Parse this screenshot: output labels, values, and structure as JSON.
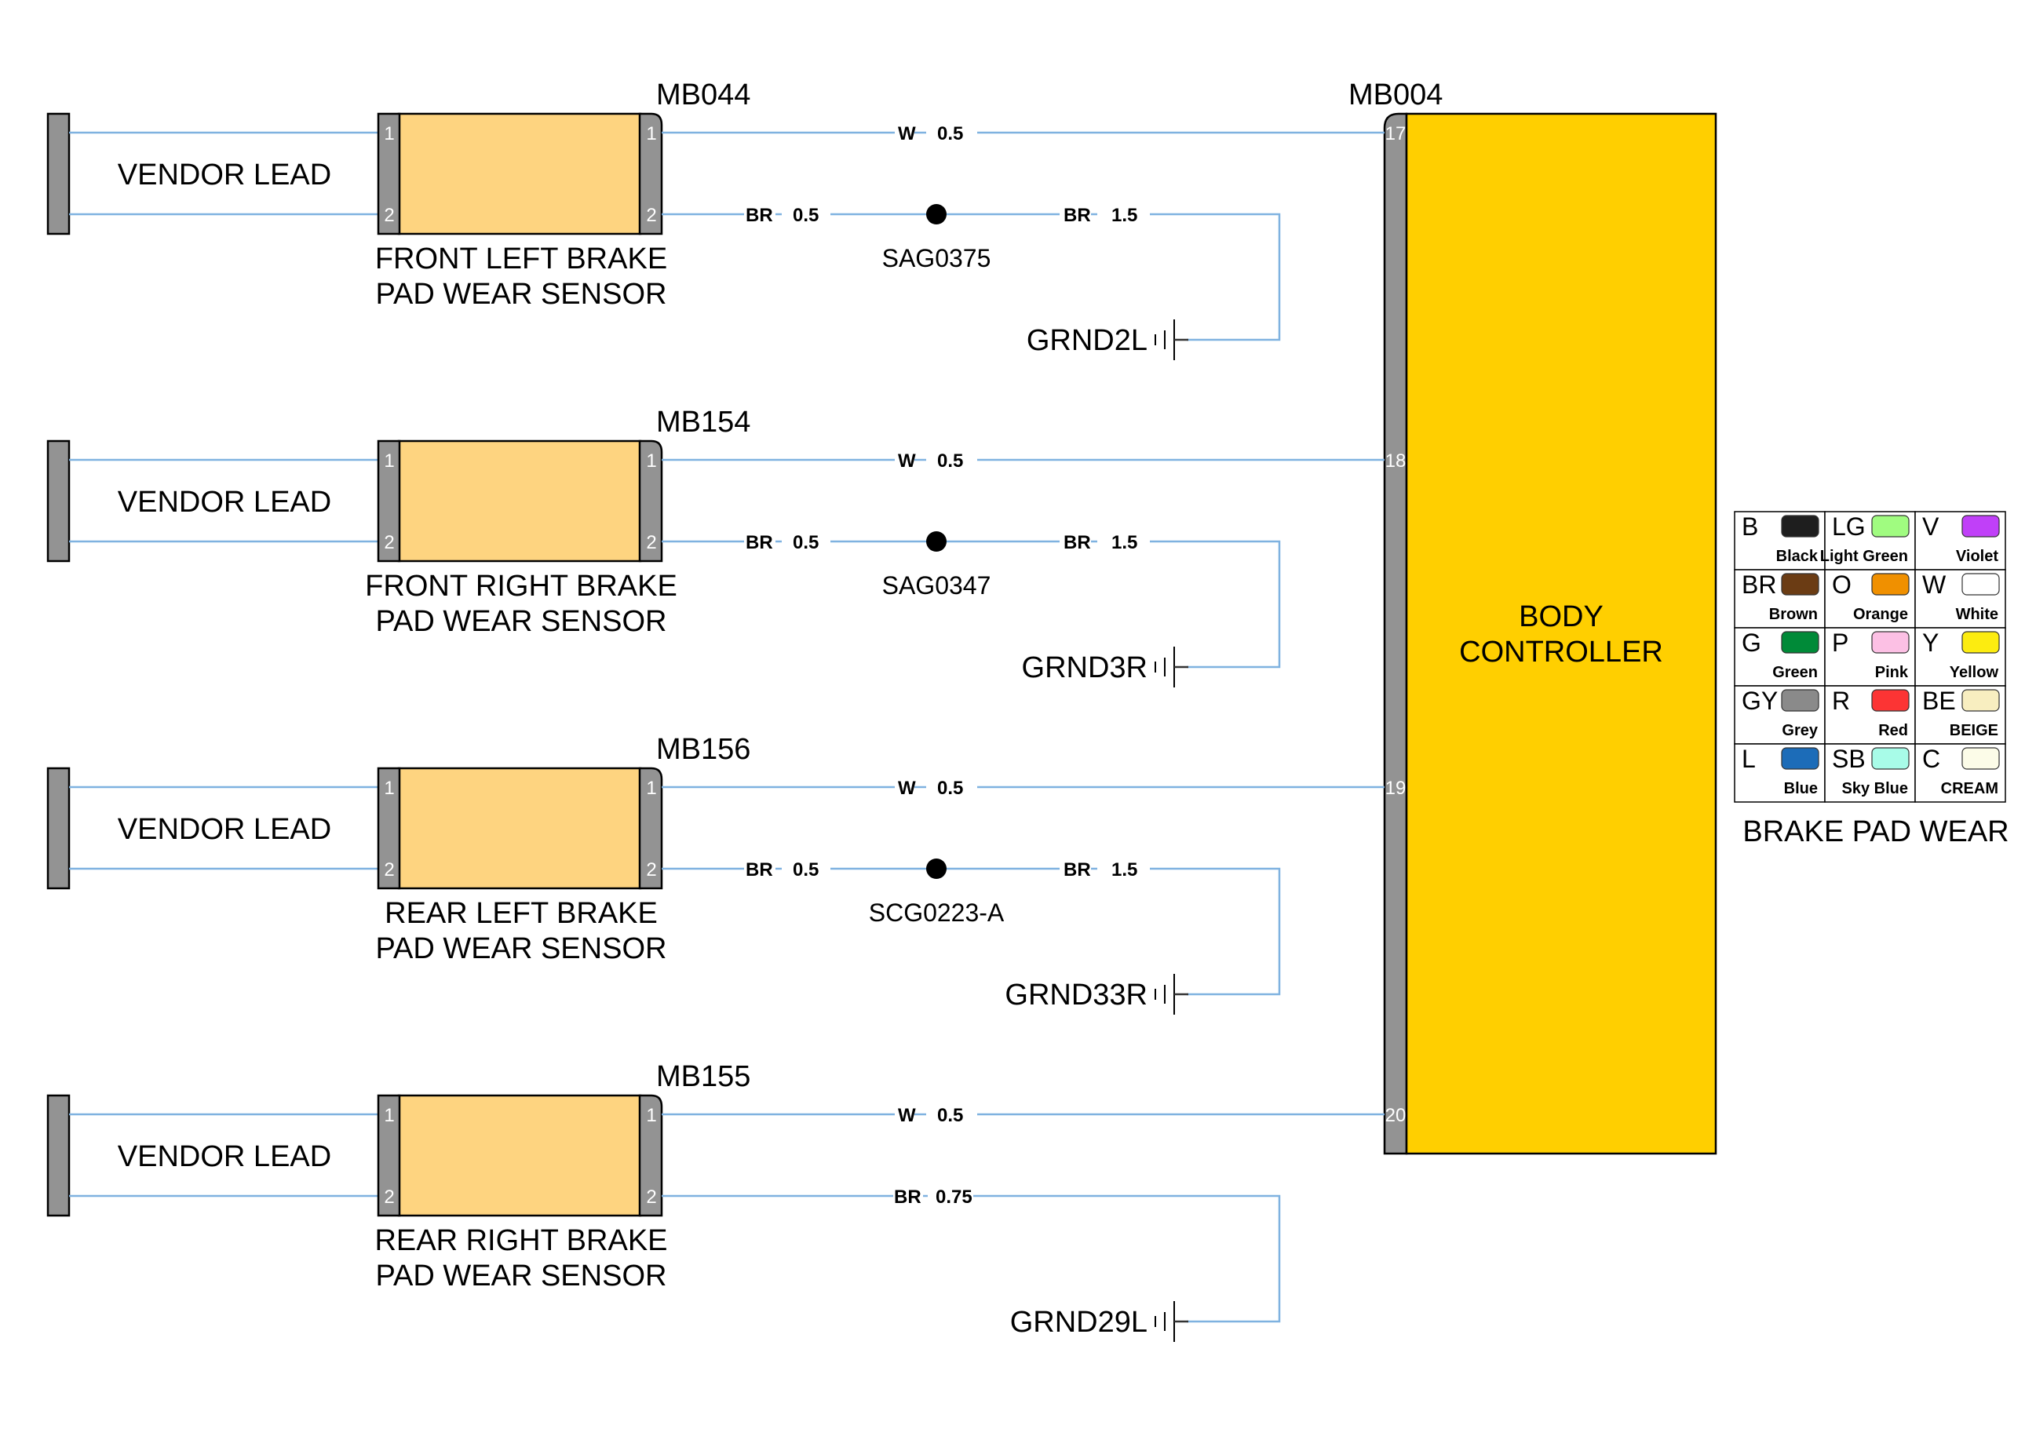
{
  "diagram": {
    "title": "BRAKE PAD WEAR",
    "body_controller": {
      "connector_id": "MB004",
      "name_line1": "BODY",
      "name_line2": "CONTROLLER",
      "color": "#ffcf00"
    },
    "circuits": [
      {
        "vendor_lead": "VENDOR LEAD",
        "connector_id": "MB044",
        "sensor_line1": "FRONT LEFT BRAKE",
        "sensor_line2": "PAD WEAR SENSOR",
        "signal_wire": {
          "color_code": "W",
          "size": "0.5",
          "bc_pin": "17"
        },
        "ground_wire_a": {
          "color_code": "BR",
          "size": "0.5"
        },
        "splice": "SAG0375",
        "ground_wire_b": {
          "color_code": "BR",
          "size": "1.5"
        },
        "ground": "GRND2L"
      },
      {
        "vendor_lead": "VENDOR LEAD",
        "connector_id": "MB154",
        "sensor_line1": "FRONT RIGHT BRAKE",
        "sensor_line2": "PAD WEAR SENSOR",
        "signal_wire": {
          "color_code": "W",
          "size": "0.5",
          "bc_pin": "18"
        },
        "ground_wire_a": {
          "color_code": "BR",
          "size": "0.5"
        },
        "splice": "SAG0347",
        "ground_wire_b": {
          "color_code": "BR",
          "size": "1.5"
        },
        "ground": "GRND3R"
      },
      {
        "vendor_lead": "VENDOR LEAD",
        "connector_id": "MB156",
        "sensor_line1": "REAR LEFT BRAKE",
        "sensor_line2": "PAD WEAR SENSOR",
        "signal_wire": {
          "color_code": "W",
          "size": "0.5",
          "bc_pin": "19"
        },
        "ground_wire_a": {
          "color_code": "BR",
          "size": "0.5"
        },
        "splice": "SCG0223-A",
        "ground_wire_b": {
          "color_code": "BR",
          "size": "1.5"
        },
        "ground": "GRND33R"
      },
      {
        "vendor_lead": "VENDOR LEAD",
        "connector_id": "MB155",
        "sensor_line1": "REAR RIGHT BRAKE",
        "sensor_line2": "PAD WEAR SENSOR",
        "signal_wire": {
          "color_code": "W",
          "size": "0.5",
          "bc_pin": "20"
        },
        "ground_wire_a": {
          "color_code": "BR",
          "size": "0.75"
        },
        "splice": null,
        "ground_wire_b": null,
        "ground": "GRND29L"
      }
    ],
    "sensor_pins": [
      "1",
      "2"
    ],
    "colors": {
      "sensor_fill": "#fed480",
      "connector_strip": "#939393",
      "wire": "#7fb2e0"
    },
    "legend": [
      {
        "code": "B",
        "name": "Black",
        "color": "#1e1e1e"
      },
      {
        "code": "LG",
        "name": "Light Green",
        "color": "#a0fc80"
      },
      {
        "code": "V",
        "name": "Violet",
        "color": "#c040f8"
      },
      {
        "code": "BR",
        "name": "Brown",
        "color": "#6b3c14"
      },
      {
        "code": "O",
        "name": "Orange",
        "color": "#f09000"
      },
      {
        "code": "W",
        "name": "White",
        "color": "#ffffff"
      },
      {
        "code": "G",
        "name": "Green",
        "color": "#008a38"
      },
      {
        "code": "P",
        "name": "Pink",
        "color": "#fcc0e4"
      },
      {
        "code": "Y",
        "name": "Yellow",
        "color": "#fcec10"
      },
      {
        "code": "GY",
        "name": "Grey",
        "color": "#8a8a8a"
      },
      {
        "code": "R",
        "name": "Red",
        "color": "#fc3434"
      },
      {
        "code": "BE",
        "name": "BEIGE",
        "color": "#f8eec0"
      },
      {
        "code": "L",
        "name": "Blue",
        "color": "#1c6cb8"
      },
      {
        "code": "SB",
        "name": "Sky Blue",
        "color": "#a8fce8"
      },
      {
        "code": "C",
        "name": "CREAM",
        "color": "#fcfce8"
      }
    ]
  }
}
